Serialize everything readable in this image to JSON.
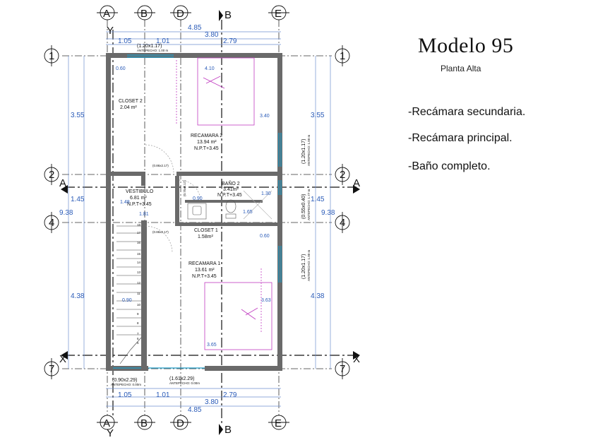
{
  "header": {
    "title": "Modelo 95",
    "subtitle": "Planta Alta"
  },
  "features": [
    "-Recámara secundaria.",
    "-Recámara principal.",
    "-Baño completo."
  ],
  "grid": {
    "columns": [
      "A",
      "B",
      "D",
      "E"
    ],
    "rows": [
      "1",
      "2",
      "4",
      "7"
    ],
    "section_markers": [
      "A",
      "B",
      "X",
      "Y"
    ]
  },
  "dimensions": {
    "top_row1": [
      "1.05",
      "1.01",
      "2.79"
    ],
    "top_row2": "4.85",
    "top_row3": "3.80",
    "bottom_row1": [
      "1.05",
      "1.01",
      "2.79"
    ],
    "bottom_row2": "3.80",
    "bottom_row3": "4.85",
    "left_side": [
      "3.55",
      "1.45",
      "9.38",
      "4.38"
    ],
    "right_side": [
      "3.55",
      "1.45",
      "9.38",
      "4.38"
    ]
  },
  "windows": {
    "top": "(1.20x1.17)",
    "top_sill": "ANTEPECHO: 1.00 m",
    "right_1": "(1.20x1.17)",
    "right_1_sill": "ANTEPECHO: 1.00 m",
    "right_2": "(0.55x0.40)",
    "right_2_sill": "ANTEPECHO: 1.77 m",
    "right_3": "(1.20x1.17)",
    "right_3_sill": "ANTEPECHO: 1.00 m",
    "bottom_1": "(0.90x2.29)",
    "bottom_1_sill": "ANTEPECHO: 0.00m",
    "bottom_2": "(1.61x2.29)",
    "bottom_2_sill": "ANTEPECHO: 0.00m"
  },
  "rooms": {
    "closet2": {
      "name": "CLOSET 2",
      "area": "2.04 m²"
    },
    "recamara2": {
      "name": "RECAMARA 2",
      "area": "13.94 m²",
      "npt": "N.P.T+3.45"
    },
    "vestibulo": {
      "name": "VESTIBULO",
      "area": "6.81 m²",
      "npt": "N.P.T+3.45"
    },
    "bano2": {
      "name": "BAÑO 2",
      "area": "3.41m²",
      "npt": "N.P.T+3.45"
    },
    "closet1": {
      "name": "CLOSET 1",
      "area": "1.58m²"
    },
    "recamara1": {
      "name": "RECAMARA 1",
      "area": "13.61 m²",
      "npt": "N.P.T+3.45"
    }
  },
  "doors": {
    "d1": "(0.86x2.17)",
    "d2": "(0.86x2.17)",
    "d3": "(0.75x2.17)"
  },
  "inner_dims": {
    "d060_top": "0.60",
    "d410": "4.10",
    "d340": "3.40",
    "d090_bath": "0.90",
    "d130": "1.30",
    "d148": "1.48",
    "d181": "1.81",
    "d165": "1.65",
    "d060_mid": "0.60",
    "d363": "3.63",
    "d090_stairs": "0.90",
    "d365": "3.65"
  },
  "stair_steps": [
    "18",
    "17",
    "16",
    "15",
    "14",
    "13",
    "12",
    "11",
    "10",
    "9",
    "8",
    "7",
    "6",
    "5"
  ]
}
